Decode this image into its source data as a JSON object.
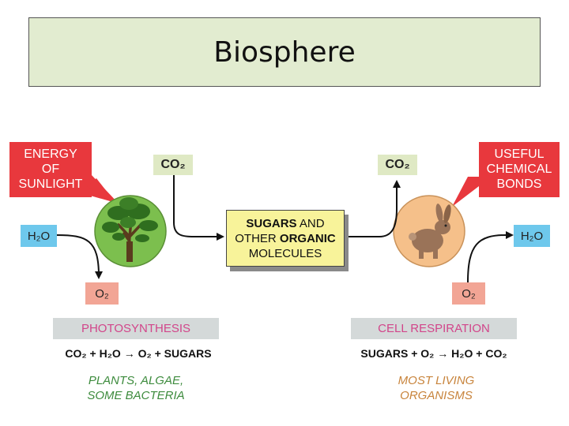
{
  "title": "Biosphere",
  "energy_callout": [
    "ENERGY",
    "OF",
    "SUNLIGHT"
  ],
  "useful_callout": [
    "USEFUL",
    "CHEMICAL",
    "BONDS"
  ],
  "co2_label": "CO₂",
  "h2o_label": "H₂O",
  "o2_label": "O₂",
  "center_box": {
    "line1_bold": "SUGARS",
    "line1_rest": " AND",
    "line2_plain": "OTHER ",
    "line2_bold": "ORGANIC",
    "line3": "MOLECULES"
  },
  "photosynthesis": {
    "label": "PHOTOSYNTHESIS",
    "equation": "CO₂ + H₂O → O₂ + SUGARS",
    "organisms": [
      "PLANTS, ALGAE,",
      "SOME BACTERIA"
    ]
  },
  "respiration": {
    "label": "CELL RESPIRATION",
    "equation": "SUGARS + O₂ → H₂O + CO₂",
    "organisms": [
      "MOST LIVING",
      "ORGANISMS"
    ]
  },
  "icons": [
    "tree-icon",
    "rabbit-icon"
  ],
  "colors": {
    "title_bg": "#e2ecd0",
    "callout_red": "#e8383d",
    "co2_bg": "#dfe9c4",
    "h2o_bg": "#6ec8ec",
    "o2_bg": "#f2a595",
    "sugar_box": "#f8f39a",
    "plant_circle": "#7cbf4e",
    "animal_circle": "#f5c08a",
    "process_text": "#d2458a",
    "plants_text": "#3d8b3d",
    "animals_text": "#c8843c"
  }
}
